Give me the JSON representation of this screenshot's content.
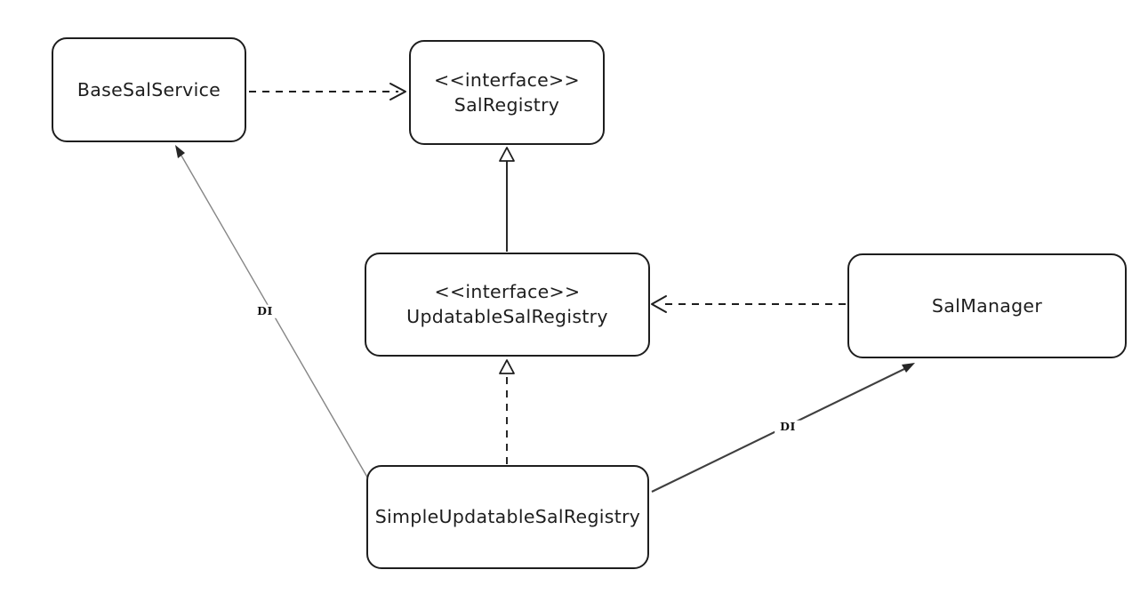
{
  "diagram": {
    "type": "uml-class-diagram",
    "background_color": "#ffffff",
    "stroke_color": "#1e1e1e",
    "nodes": [
      {
        "id": "base-sal-service",
        "lines": [
          "BaseSalService"
        ]
      },
      {
        "id": "sal-registry",
        "lines": [
          "<<interface>>",
          "SalRegistry"
        ]
      },
      {
        "id": "updatable-sal-registry",
        "lines": [
          "<<interface>>",
          "UpdatableSalRegistry"
        ]
      },
      {
        "id": "sal-manager",
        "lines": [
          "SalManager"
        ]
      },
      {
        "id": "simple-updatable-sal-registry",
        "lines": [
          "SimpleUpdatableSalRegistry"
        ]
      }
    ],
    "edges": [
      {
        "from": "BaseSalService",
        "to": "SalRegistry",
        "line": "dashed",
        "arrowhead": "open",
        "label": ""
      },
      {
        "from": "UpdatableSalRegistry",
        "to": "SalRegistry",
        "line": "solid",
        "arrowhead": "hollow-triangle",
        "label": ""
      },
      {
        "from": "SalManager",
        "to": "UpdatableSalRegistry",
        "line": "dashed",
        "arrowhead": "open",
        "label": ""
      },
      {
        "from": "SimpleUpdatableSalRegistry",
        "to": "UpdatableSalRegistry",
        "line": "dashed",
        "arrowhead": "hollow-triangle",
        "label": ""
      },
      {
        "from": "SimpleUpdatableSalRegistry",
        "to": "BaseSalService",
        "line": "solid",
        "arrowhead": "filled",
        "label": "DI"
      },
      {
        "from": "SimpleUpdatableSalRegistry",
        "to": "SalManager",
        "line": "solid",
        "arrowhead": "filled",
        "label": "DI"
      }
    ]
  }
}
